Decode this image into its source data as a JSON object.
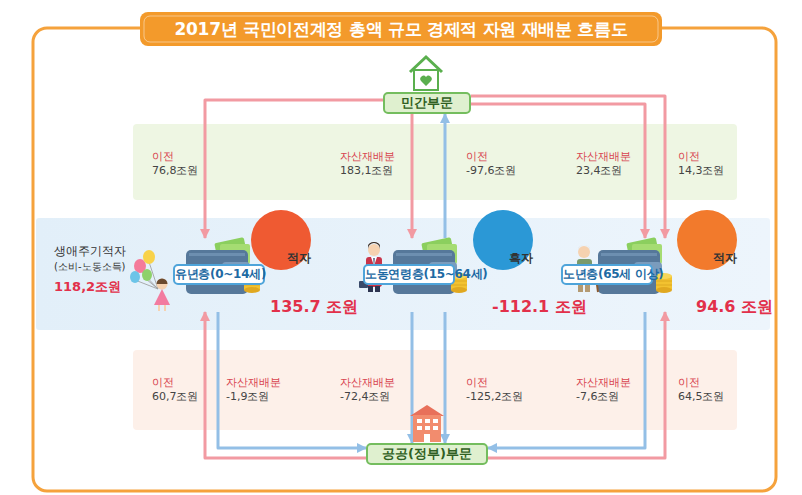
{
  "diagram": {
    "title": "2017년 국민이전계정 총액 규모 경제적 자원 재배분 흐름도",
    "nodes": [
      {
        "text": [
          "민간부문"
        ]
      },
      {
        "text": [
          "생애주기적자 (소비-노동소득)",
          "118,2조원"
        ]
      },
      {
        "text": [
          "유년층(0~14세)"
        ],
        "in": 1
      },
      {
        "text": [
          "적자",
          "135.7 조원"
        ],
        "in": 1
      },
      {
        "text": [
          "노동연령층(15~64세)"
        ],
        "in": 1
      },
      {
        "text": [
          "흑자",
          "-112.1 조원"
        ],
        "in": 1
      },
      {
        "text": [
          "노년층(65세 이상)"
        ],
        "in": 1
      },
      {
        "text": [
          "적자",
          "94.6 조원"
        ],
        "in": 1
      },
      {
        "text": [
          "공공(정부)부문"
        ]
      }
    ],
    "edges": [
      {
        "from": 0,
        "to": 2,
        "arrow": "to",
        "label": "이전 76,8조원"
      },
      {
        "from": 0,
        "to": 4,
        "arrow": "to",
        "label": "자산재배분 183,1조원"
      },
      {
        "from": 4,
        "to": 0,
        "arrow": "to",
        "label": "이전 -97,6조원"
      },
      {
        "from": 0,
        "to": 6,
        "arrow": "to",
        "label": "자산재배분 23,4조원"
      },
      {
        "from": 0,
        "to": 6,
        "arrow": "to",
        "label": "이전 14,3조원"
      },
      {
        "from": 2,
        "to": 8,
        "arrow": "to",
        "label": "자산재배분 -1,9조원"
      },
      {
        "from": 8,
        "to": 2,
        "arrow": "to",
        "label": "이전 60,7조원"
      },
      {
        "from": 4,
        "to": 8,
        "arrow": "to",
        "label": "자산재배분 -72,4조원"
      },
      {
        "from": 4,
        "to": 8,
        "arrow": "to",
        "label": "이전 -125,2조원"
      },
      {
        "from": 6,
        "to": 8,
        "arrow": "to",
        "label": "자산재배분 -7,6조원"
      },
      {
        "from": 8,
        "to": 6,
        "arrow": "to",
        "label": "이전 64,5조원"
      }
    ]
  }
}
